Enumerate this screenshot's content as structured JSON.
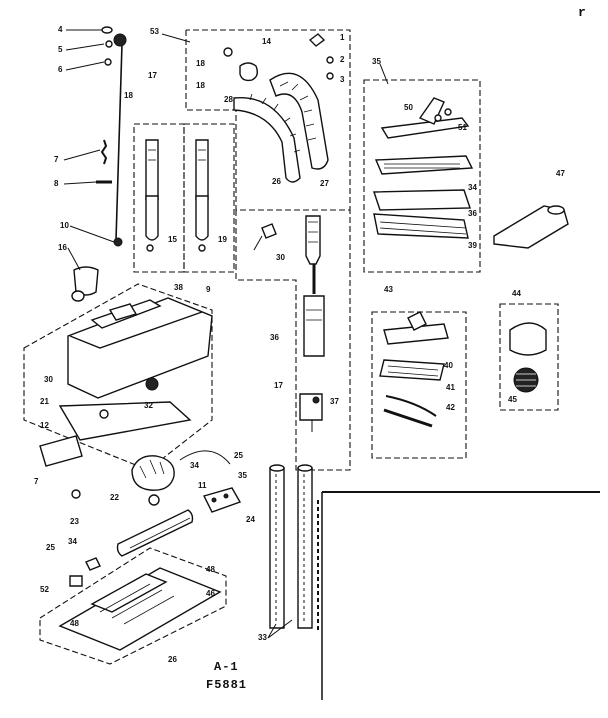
{
  "caption": {
    "line1": "A-1",
    "line2": "F5881",
    "corner_mark": "r"
  },
  "callouts": [
    {
      "id": "c1",
      "text": "4"
    },
    {
      "id": "c2",
      "text": "5"
    },
    {
      "id": "c3",
      "text": "6"
    },
    {
      "id": "c4",
      "text": "17"
    },
    {
      "id": "c5",
      "text": "53"
    },
    {
      "id": "c6",
      "text": "14"
    },
    {
      "id": "c7",
      "text": "18"
    },
    {
      "id": "c8",
      "text": "18"
    },
    {
      "id": "c9",
      "text": "1"
    },
    {
      "id": "c10",
      "text": "2"
    },
    {
      "id": "c11",
      "text": "3"
    },
    {
      "id": "c12",
      "text": "35"
    },
    {
      "id": "c13",
      "text": "18"
    },
    {
      "id": "c14",
      "text": "28"
    },
    {
      "id": "c15",
      "text": "50"
    },
    {
      "id": "c16",
      "text": "51"
    },
    {
      "id": "c17",
      "text": "7"
    },
    {
      "id": "c18",
      "text": "8"
    },
    {
      "id": "c19",
      "text": "26"
    },
    {
      "id": "c20",
      "text": "27"
    },
    {
      "id": "c21",
      "text": "34"
    },
    {
      "id": "c22",
      "text": "47"
    },
    {
      "id": "c23",
      "text": "10"
    },
    {
      "id": "c24",
      "text": "15"
    },
    {
      "id": "c25",
      "text": "19"
    },
    {
      "id": "c26",
      "text": "30"
    },
    {
      "id": "c27",
      "text": "36"
    },
    {
      "id": "c28",
      "text": "16"
    },
    {
      "id": "c29",
      "text": "39"
    },
    {
      "id": "c30",
      "text": "38"
    },
    {
      "id": "c31",
      "text": "9"
    },
    {
      "id": "c32",
      "text": "43"
    },
    {
      "id": "c33",
      "text": "44"
    },
    {
      "id": "c34",
      "text": "36"
    },
    {
      "id": "c35",
      "text": "40"
    },
    {
      "id": "c36",
      "text": "45"
    },
    {
      "id": "c37",
      "text": "30"
    },
    {
      "id": "c38",
      "text": "32"
    },
    {
      "id": "c39",
      "text": "17"
    },
    {
      "id": "c40",
      "text": "37"
    },
    {
      "id": "c41",
      "text": "41"
    },
    {
      "id": "c42",
      "text": "42"
    },
    {
      "id": "c43",
      "text": "21"
    },
    {
      "id": "c44",
      "text": "12"
    },
    {
      "id": "c45",
      "text": "7"
    },
    {
      "id": "c46",
      "text": "34"
    },
    {
      "id": "c47",
      "text": "35"
    },
    {
      "id": "c48",
      "text": "25"
    },
    {
      "id": "c49",
      "text": "22"
    },
    {
      "id": "c50",
      "text": "11"
    },
    {
      "id": "c51",
      "text": "24"
    },
    {
      "id": "c52",
      "text": "23"
    },
    {
      "id": "c53",
      "text": "25"
    },
    {
      "id": "c54",
      "text": "34"
    },
    {
      "id": "c55",
      "text": "52"
    },
    {
      "id": "c56",
      "text": "48"
    },
    {
      "id": "c57",
      "text": "46"
    },
    {
      "id": "c58",
      "text": "48"
    },
    {
      "id": "c59",
      "text": "26"
    },
    {
      "id": "c60",
      "text": "33"
    }
  ]
}
